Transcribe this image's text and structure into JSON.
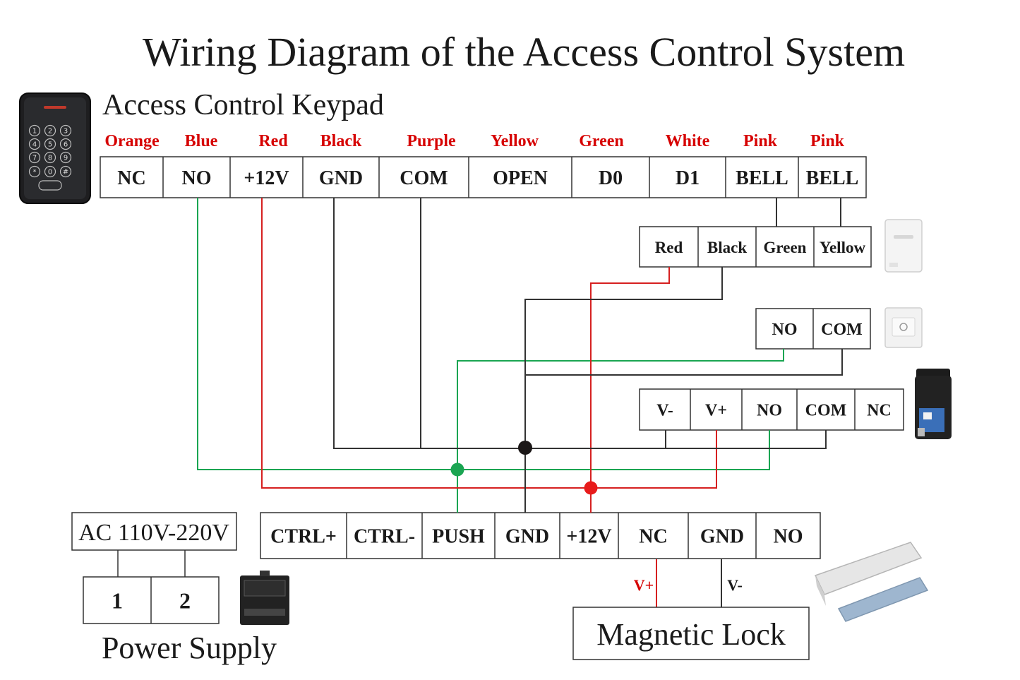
{
  "title": "Wiring Diagram of the Access Control System",
  "colors": {
    "wire_black": "#333333",
    "wire_red": "#d62020",
    "wire_green": "#1aa552",
    "label_red": "#d60000",
    "text": "#1a1a1a"
  },
  "keypad": {
    "title": "Access Control Keypad",
    "wire_colors": [
      "Orange",
      "Blue",
      "Red",
      "Black",
      "Purple",
      "Yellow",
      "Green",
      "White",
      "Pink",
      "Pink"
    ],
    "terminals": [
      "NC",
      "NO",
      "+12V",
      "GND",
      "COM",
      "OPEN",
      "D0",
      "D1",
      "BELL",
      "BELL"
    ],
    "keys": [
      "1",
      "2",
      "3",
      "4",
      "5",
      "6",
      "7",
      "8",
      "9",
      "*",
      "0",
      "#"
    ]
  },
  "doorbell": {
    "terminals": [
      "Red",
      "Black",
      "Green",
      "Yellow"
    ]
  },
  "exit_button": {
    "terminals": [
      "NO",
      "COM"
    ]
  },
  "relay": {
    "terminals": [
      "V-",
      "V+",
      "NO",
      "COM",
      "NC"
    ]
  },
  "controller": {
    "terminals": [
      "CTRL+",
      "CTRL-",
      "PUSH",
      "GND",
      "+12V",
      "NC",
      "GND",
      "NO"
    ]
  },
  "power_supply": {
    "input": "AC 110V-220V",
    "terminals": [
      "1",
      "2"
    ],
    "label": "Power Supply"
  },
  "magnetic_lock": {
    "label": "Magnetic Lock",
    "v_plus": "V+",
    "v_minus": "V-"
  }
}
